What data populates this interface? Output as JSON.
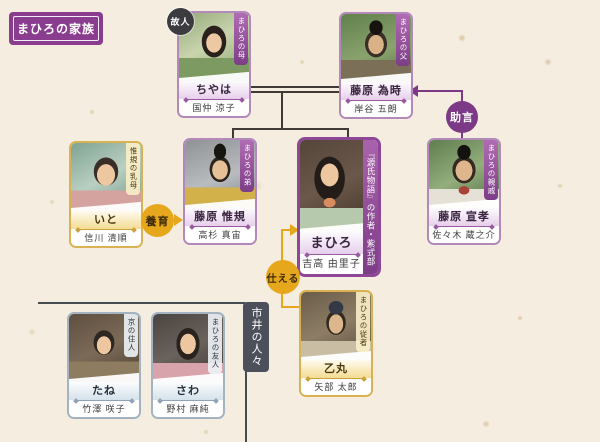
{
  "title": "まひろの家族",
  "badges": {
    "deceased": "故人",
    "advice": "助言",
    "nurture": "養育",
    "serve": "仕える"
  },
  "group": {
    "label": "市井の人々"
  },
  "people": [
    {
      "name": "ちやは",
      "actor": "国仲 涼子",
      "relation": "まひろの母"
    },
    {
      "name": "藤原 為時",
      "actor": "岸谷 五朗",
      "relation": "まひろの父"
    },
    {
      "name": "いと",
      "actor": "信川 清順",
      "relation": "惟規の乳母"
    },
    {
      "name": "藤原 惟規",
      "actor": "高杉 真宙",
      "relation": "まひろの弟"
    },
    {
      "name": "まひろ",
      "actor": "吉高 由里子",
      "relation": "『源氏物語』の作者・紫式部"
    },
    {
      "name": "藤原 宣孝",
      "actor": "佐々木 蔵之介",
      "relation": "まひろの親戚"
    },
    {
      "name": "たね",
      "actor": "竹澤 咲子",
      "relation": "京の住人"
    },
    {
      "name": "さわ",
      "actor": "野村 麻純",
      "relation": "まひろの友人"
    },
    {
      "name": "乙丸",
      "actor": "矢部 太郎",
      "relation": "まひろの従者"
    }
  ],
  "colors": {
    "accent_purple": "#8a3c8e",
    "line_purple": "#7c3a86",
    "gold": "#e7a71c",
    "tree_line": "#403a36",
    "group_slate": "#4b505a",
    "paper": "#f5eee0"
  }
}
